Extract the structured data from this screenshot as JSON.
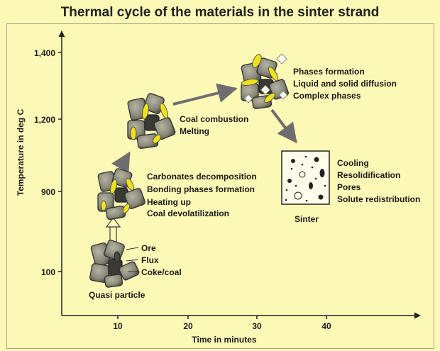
{
  "title": "Thermal cycle of the materials in the sinter strand",
  "colors": {
    "background": "#fcf8b6",
    "yellow_phase": "#f0e21a",
    "particle": "#8a8878"
  },
  "axes": {
    "xlabel": "Time in minutes",
    "ylabel": "Temperature in deg C",
    "x_ticks": [
      "10",
      "20",
      "30",
      "40"
    ],
    "y_ticks": [
      "1,400",
      "1,200",
      "900",
      "100"
    ]
  },
  "stages": {
    "quasi": {
      "caption": "Quasi particle",
      "labels": [
        "Ore",
        "Flux",
        "Coke/coal"
      ]
    },
    "heating": {
      "labels": [
        "Carbonates decomposition",
        "Bonding phases formation",
        "Heating up",
        "Coal devolatilization"
      ]
    },
    "combustion": {
      "labels": [
        "Coal combustion",
        "Melting"
      ]
    },
    "phases": {
      "labels": [
        "Phases formation",
        "Liquid and solid diffusion",
        "Complex phases"
      ]
    },
    "cooling": {
      "caption": "Sinter",
      "labels": [
        "Cooling",
        "Resolidification",
        "Pores",
        "Solute redistribution"
      ]
    }
  }
}
